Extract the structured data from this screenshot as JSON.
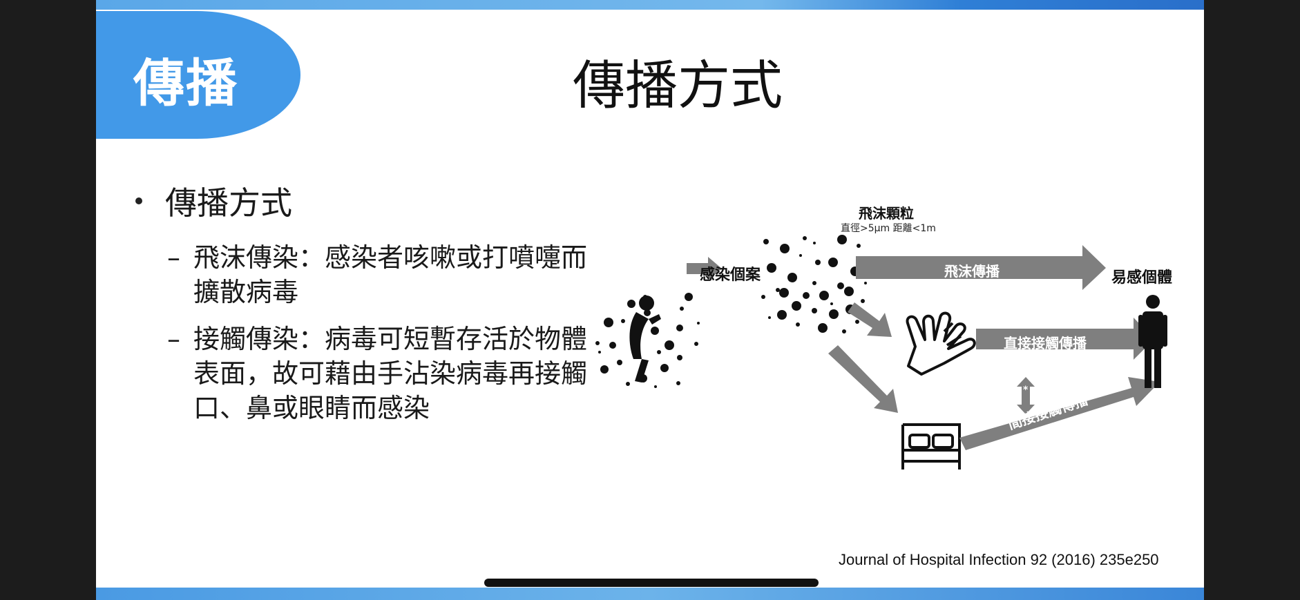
{
  "section_badge": "傳播",
  "title": "傳播方式",
  "bullets": {
    "main": "傳播方式",
    "sub1": "飛沫傳染：感染者咳嗽或打噴嚏而擴散病毒",
    "sub2": "接觸傳染：病毒可短暫存活於物體表面，故可藉由手沾染病毒再接觸口、鼻或眼睛而感染",
    "dash": "–"
  },
  "diagram": {
    "infected": "感染個案",
    "droplets_title": "飛沫顆粒",
    "droplets_note": "直徑>5μm 距離<1m",
    "droplet_arrow": "飛沫傳播",
    "direct_arrow": "直接接觸傳播",
    "indirect_arrow": "間接接觸傳播",
    "susceptible": "易感個體",
    "star": "*"
  },
  "citation": "Journal of Hospital Infection 92 (2016) 235e250",
  "colors": {
    "accent": "#4299e8",
    "arrow": "#7f7f7f"
  }
}
